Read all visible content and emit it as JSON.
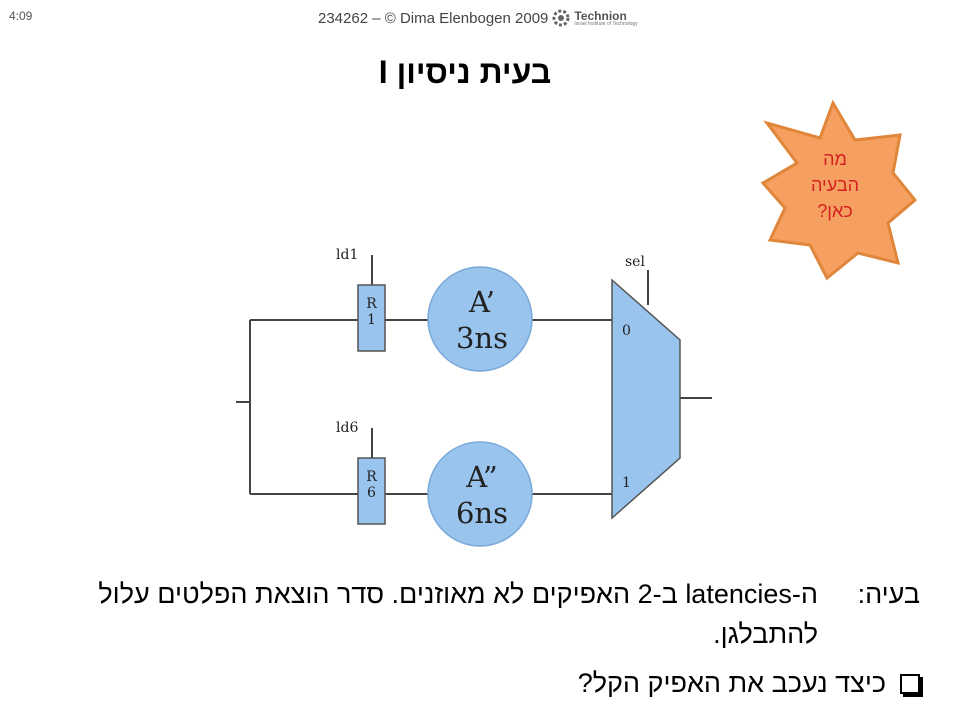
{
  "header": {
    "time": "4:09",
    "course_text": "234262 – © Dima Elenbogen 2009",
    "logo_name": "Technion",
    "logo_subtitle": "Israel Institute of Technology"
  },
  "title": "בעית ניסיון I",
  "callout": {
    "lines": [
      "מה",
      "הבעיה",
      "כאן?"
    ],
    "fill_color": "#f5a060",
    "text_color": "#d62020"
  },
  "circuit": {
    "register_top": {
      "label_line1": "R",
      "label_line2": "1",
      "load_signal": "ld1"
    },
    "register_bottom": {
      "label_line1": "R",
      "label_line2": "6",
      "load_signal": "ld6"
    },
    "stage_top": {
      "name": "A’",
      "latency": "3ns"
    },
    "stage_bottom": {
      "name": "A”",
      "latency": "6ns"
    },
    "mux": {
      "select_signal": "sel",
      "input_top": "0",
      "input_bottom": "1"
    },
    "component_color": "#99c4ee"
  },
  "problem": {
    "label": "בעיה:",
    "text": "ה-latencies ב-2 האפיקים לא מאוזנים. סדר הוצאת הפלטים עלול להתבלגן."
  },
  "question": {
    "icon": "checkbox-bullet-icon",
    "text": "כיצד נעכב את האפיק הקל?"
  }
}
